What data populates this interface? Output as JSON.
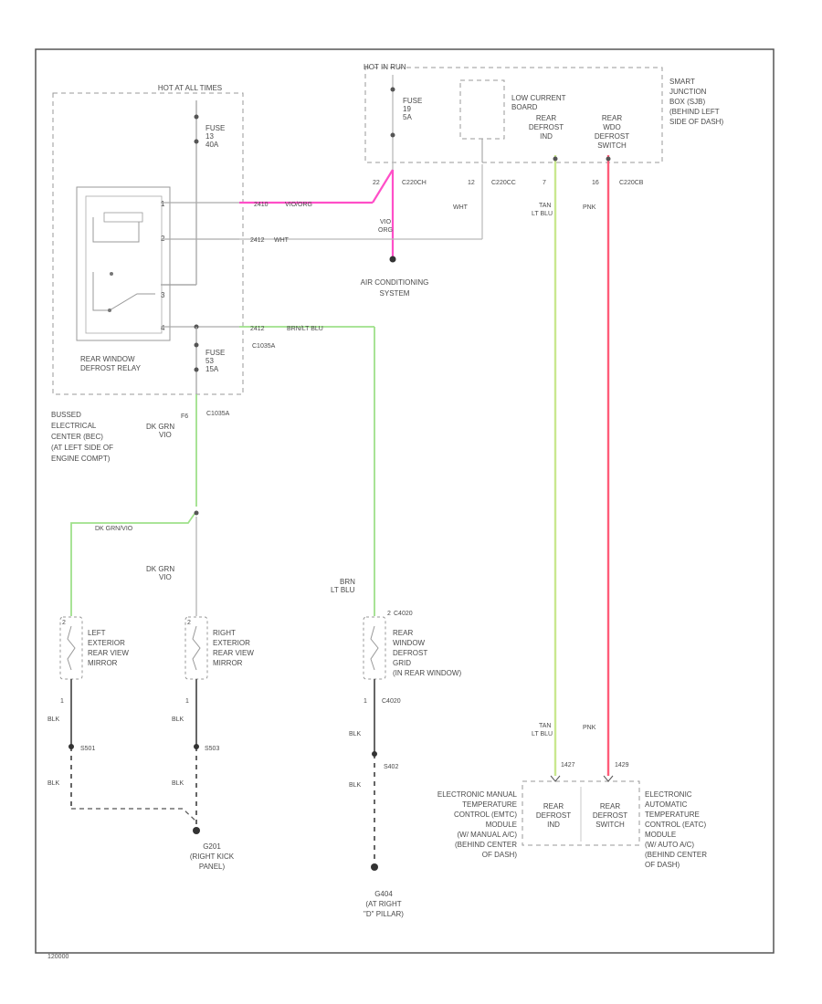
{
  "colors": {
    "wire": "#b9b9b9",
    "pink": "#ff4fc8",
    "green": "#9ee08a",
    "red": "#ff5c79",
    "text": "#4a4a4a",
    "frame": "#555555"
  },
  "relay_box": {
    "top_label": "HOT AT ALL TIMES",
    "fuse1": [
      "FUSE",
      "13",
      "40A"
    ],
    "fuse2": [
      "FUSE",
      "53",
      "15A"
    ],
    "relay_label": [
      "REAR WINDOW",
      "DEFROST RELAY"
    ],
    "bec_label": [
      "BUSSED",
      "ELECTRICAL",
      "CENTER (BEC)",
      "(AT LEFT SIDE OF",
      "ENGINE COMPT)"
    ],
    "pin1": "1",
    "pin2": "2",
    "pin3": "3",
    "pin4": "4",
    "conn_top": "C1035A",
    "conn_bot": "C1035A"
  },
  "wires": {
    "w1_num": "2410",
    "w1_color": "VIO/ORG",
    "w2_num": "2412",
    "w2_color": "WHT",
    "w3_num": "2412",
    "w3_color": "BRN/LT BLU",
    "gh_pin": "F6",
    "gh_color": [
      "DK GRN",
      "VIO"
    ],
    "splice_color": "DK GRN/VIO",
    "right_mirror_color": [
      "DK GRN",
      "VIO"
    ],
    "grid_color": [
      "BRN",
      "LT BLU"
    ],
    "wht": "WHT"
  },
  "sjb": {
    "hot_label": "HOT IN RUN",
    "fuse": [
      "FUSE",
      "19",
      "5A"
    ],
    "board_label": [
      "LOW CURRENT",
      "BOARD"
    ],
    "sjb_label": [
      "SMART",
      "JUNCTION",
      "BOX (SJB)",
      "(BEHIND LEFT",
      "SIDE OF DASH)"
    ],
    "col1": [
      "REAR",
      "DEFROST",
      "IND"
    ],
    "col2": [
      "REAR",
      "WDO",
      "DEFROST",
      "SWITCH"
    ],
    "conn1_pin": "22",
    "conn1": "C220CH",
    "conn2_pin": "12",
    "conn2": "C220CC",
    "conn3_pin": "7",
    "conn4_pin": "16",
    "conn4": "C220CB",
    "vio_org": [
      "VIO",
      "ORG"
    ],
    "tan_ltblu": [
      "TAN",
      "LT BLU"
    ],
    "pnk": "PNK"
  },
  "ac_label": [
    "AIR CONDITIONING",
    "SYSTEM"
  ],
  "mirrors": {
    "left": [
      "LEFT",
      "EXTERIOR",
      "REAR VIEW",
      "MIRROR"
    ],
    "right": [
      "RIGHT",
      "EXTERIOR",
      "REAR VIEW",
      "MIRROR"
    ],
    "pin_top": "2",
    "pin_bot": "1",
    "blk": "BLK",
    "s1": "S501",
    "s2": "S503"
  },
  "grid": {
    "conn": "C4020",
    "pin_top": "2",
    "pin_bot": "1",
    "label": [
      "REAR",
      "WINDOW",
      "DEFROST",
      "GRID",
      "(IN REAR WINDOW)"
    ],
    "conn_bot": "C4020",
    "blk": "BLK",
    "splice": "S402"
  },
  "grounds": {
    "g1": [
      "G201",
      "(RIGHT KICK",
      "PANEL)"
    ],
    "g2": [
      "G404",
      "(AT RIGHT",
      "\"D\" PILLAR)"
    ]
  },
  "eatc": {
    "left_label": [
      "ELECTRONIC MANUAL",
      "TEMPERATURE",
      "CONTROL (EMTC)",
      "MODULE",
      "(W/ MANUAL A/C)",
      "(BEHIND CENTER",
      "OF DASH)"
    ],
    "right_label": [
      "ELECTRONIC",
      "AUTOMATIC",
      "TEMPERATURE",
      "CONTROL (EATC)",
      "MODULE",
      "(W/ AUTO A/C)",
      "(BEHIND CENTER",
      "OF DASH)"
    ],
    "col1": [
      "REAR",
      "DEFROST",
      "IND"
    ],
    "col2": [
      "REAR",
      "DEFROST",
      "SWITCH"
    ],
    "pin1": "1427",
    "pin2": "1429",
    "tan_ltblu": [
      "TAN",
      "LT BLU"
    ],
    "pnk": "PNK"
  },
  "footer": "120000"
}
